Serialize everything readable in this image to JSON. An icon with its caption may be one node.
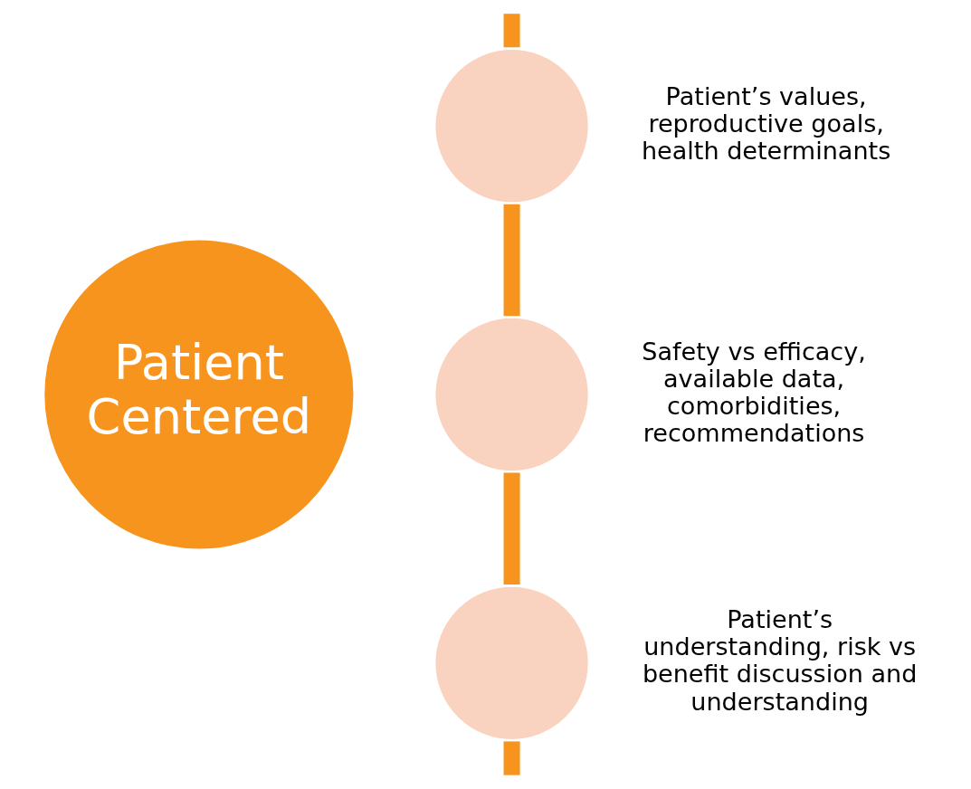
{
  "diagram": {
    "nodes": [
      {
        "text": [
          "Patient Centered"
        ]
      },
      {
        "text": [],
        "shape": "circle",
        "beside": [
          "Patient’s values, reproductive goals, health determinants"
        ]
      },
      {
        "text": [],
        "shape": "circle",
        "beside": [
          "Safety vs efficacy, available data, comorbidities, recommendations"
        ]
      },
      {
        "text": [],
        "shape": "circle",
        "beside": [
          "Patient’s understanding, risk vs benefit discussion and understanding"
        ]
      }
    ],
    "edges": [
      {
        "from": null,
        "to": 1,
        "arrow": "none"
      },
      {
        "from": 1,
        "to": 2,
        "arrow": "none"
      },
      {
        "from": 2,
        "to": 3,
        "arrow": "none"
      },
      {
        "from": 3,
        "to": null,
        "arrow": "none"
      }
    ]
  }
}
